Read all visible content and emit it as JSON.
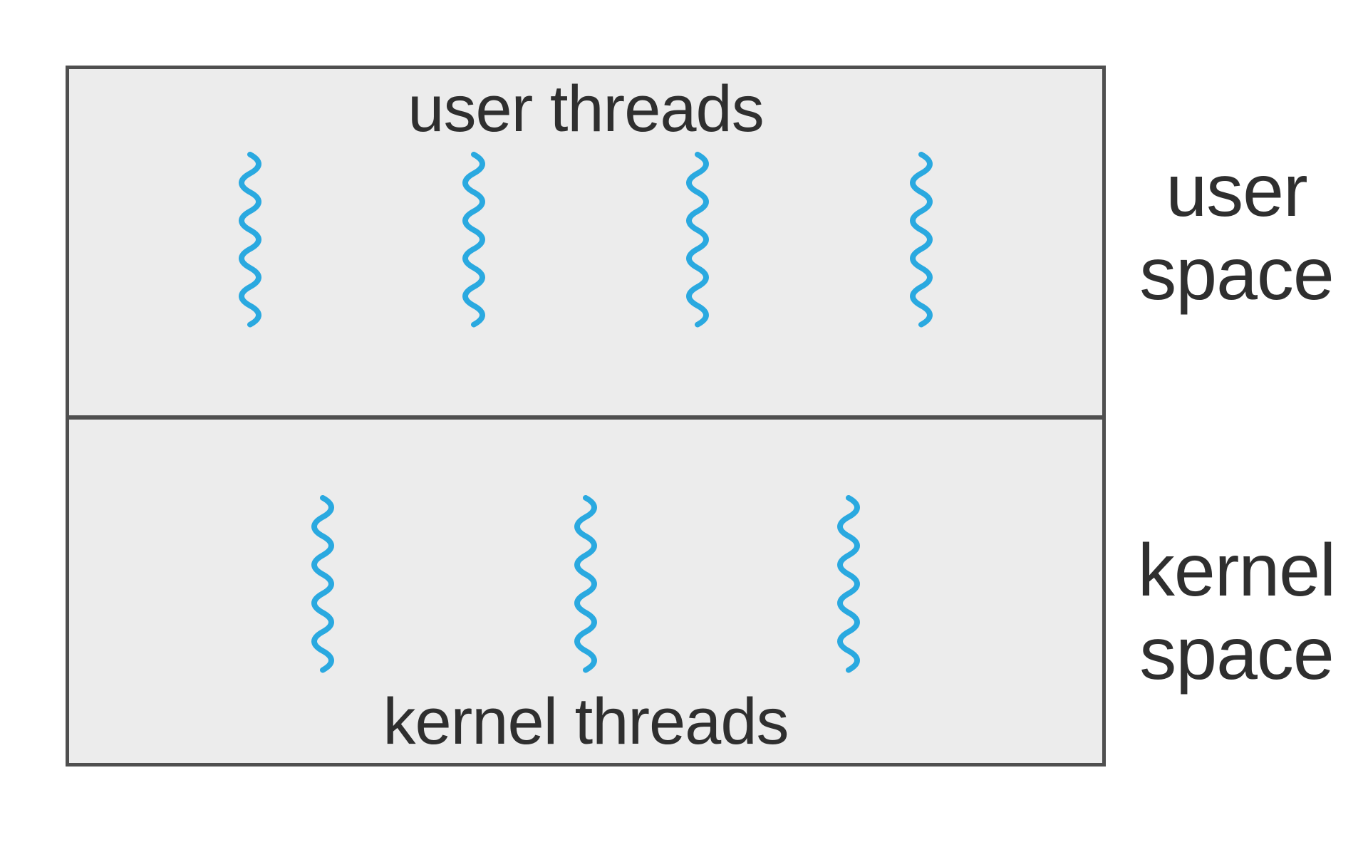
{
  "diagram": {
    "colors": {
      "thread": "#2aa9e0",
      "box_fill": "#ececec",
      "border": "#4f4f4f",
      "text": "#2f2f2f",
      "page_bg": "#ffffff"
    },
    "top_section": {
      "title": "user threads",
      "thread_count": 4
    },
    "bottom_section": {
      "title": "kernel threads",
      "thread_count": 3
    },
    "side_labels": [
      {
        "id": "user-space",
        "lines": [
          "user",
          "space"
        ]
      },
      {
        "id": "kernel-space",
        "lines": [
          "kernel",
          "space"
        ]
      }
    ],
    "thread_icon": "thread-squiggle-icon"
  }
}
